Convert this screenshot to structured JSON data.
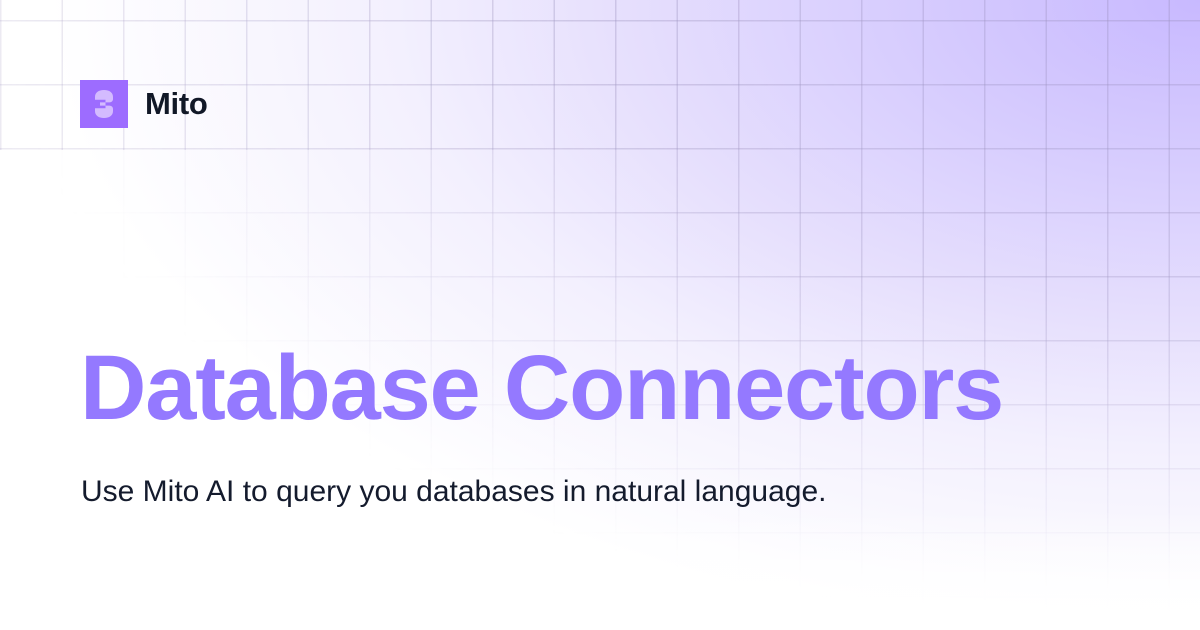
{
  "brand": {
    "logo_icon": "mito-logo-icon",
    "name": "Mito"
  },
  "hero": {
    "title": "Database Connectors",
    "subtitle": "Use Mito AI to query you databases in natural language."
  },
  "colors": {
    "logo_background": "#9d6cff",
    "logo_glyph": "#d4bbff",
    "title": "#9479ff",
    "subtitle": "#141b2d",
    "brand_text": "#111827",
    "gradient_accent": "#c8b9ff"
  }
}
